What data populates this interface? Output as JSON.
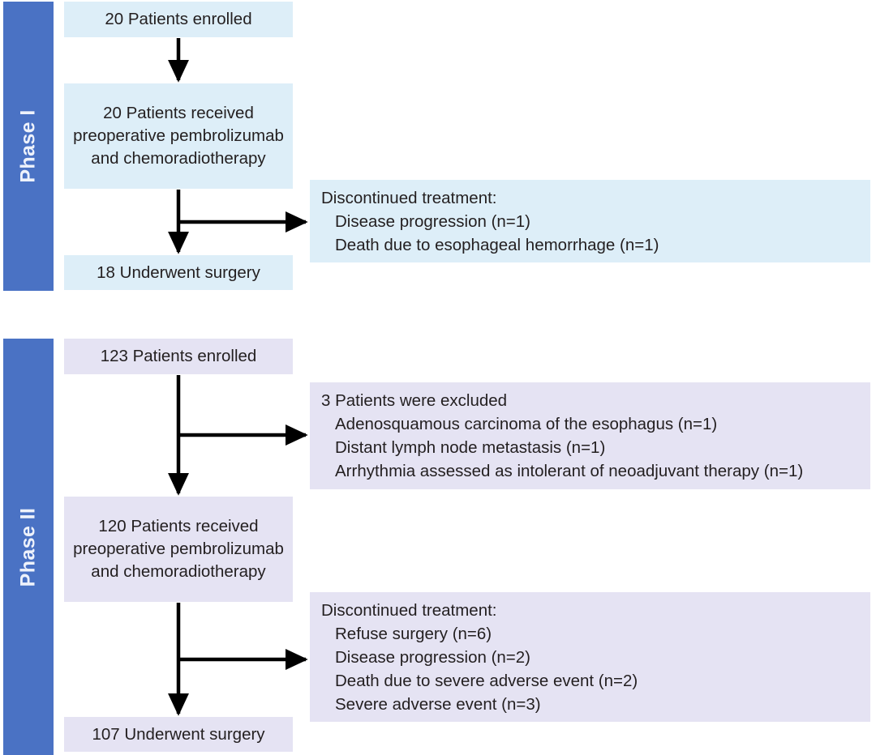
{
  "figure": {
    "type": "flow-diagram",
    "title": "CONSORT-style patient flow diagram",
    "colors": {
      "phase_bar": "#4a72c4",
      "phase1_box": "#ddeef8",
      "phase2_box": "#e5e3f3",
      "text": "#231f20",
      "phase_label_text": "#eef2fb",
      "arrow": "#000000",
      "background": "#ffffff"
    }
  },
  "phase1": {
    "label": "Phase I",
    "enrolled": "20 Patients enrolled",
    "received": "20 Patients received preoperative pembrolizumab and chemoradiotherapy",
    "surgery": "18 Underwent surgery",
    "discontinued": {
      "heading": "Discontinued treatment:",
      "items": [
        "Disease progression (n=1)",
        "Death due to esophageal hemorrhage (n=1)"
      ]
    }
  },
  "phase2": {
    "label": "Phase II",
    "enrolled": "123 Patients enrolled",
    "received": "120 Patients received preoperative pembrolizumab and chemoradiotherapy",
    "surgery": "107 Underwent surgery",
    "excluded": {
      "heading": "3 Patients were excluded",
      "items": [
        "Adenosquamous carcinoma of the esophagus (n=1)",
        "Distant lymph node metastasis (n=1)",
        "Arrhythmia assessed as intolerant of neoadjuvant therapy (n=1)"
      ]
    },
    "discontinued": {
      "heading": "Discontinued treatment:",
      "items": [
        "Refuse surgery (n=6)",
        "Disease progression (n=2)",
        "Death due to severe adverse event (n=2)",
        "Severe adverse event (n=3)"
      ]
    }
  }
}
